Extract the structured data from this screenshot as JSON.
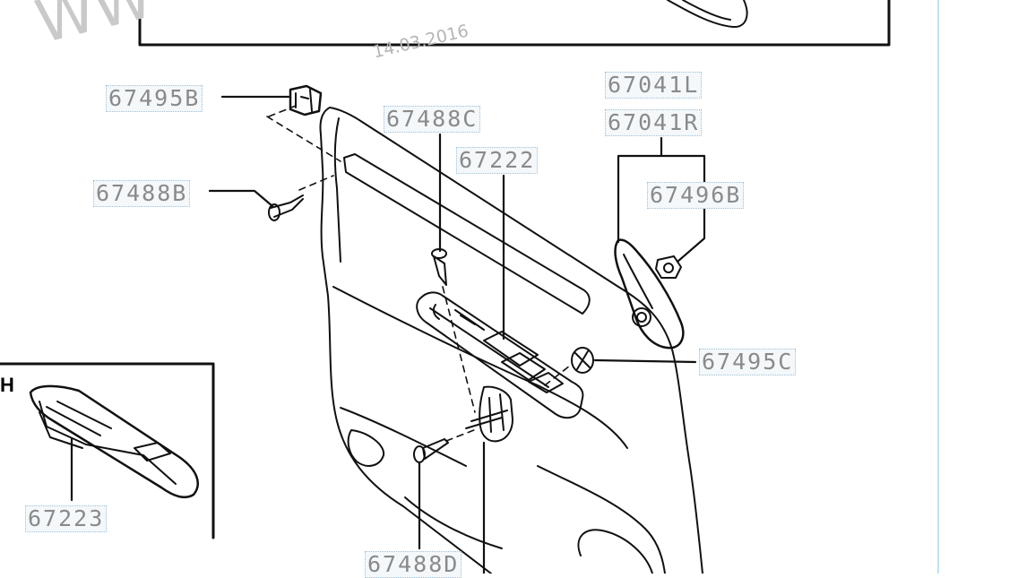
{
  "watermark": {
    "letters": "WW",
    "date": "14.03.2016"
  },
  "view_marker": "H",
  "callouts": [
    {
      "id": "67495B",
      "text": "67495B"
    },
    {
      "id": "67488C",
      "text": "67488C"
    },
    {
      "id": "67041L",
      "text": "67041L"
    },
    {
      "id": "67041R",
      "text": "67041R"
    },
    {
      "id": "67222",
      "text": "67222"
    },
    {
      "id": "67488B",
      "text": "67488B"
    },
    {
      "id": "67496B",
      "text": "67496B"
    },
    {
      "id": "67495C",
      "text": "67495C"
    },
    {
      "id": "67223",
      "text": "67223"
    },
    {
      "id": "67488D",
      "text": "67488D"
    }
  ]
}
